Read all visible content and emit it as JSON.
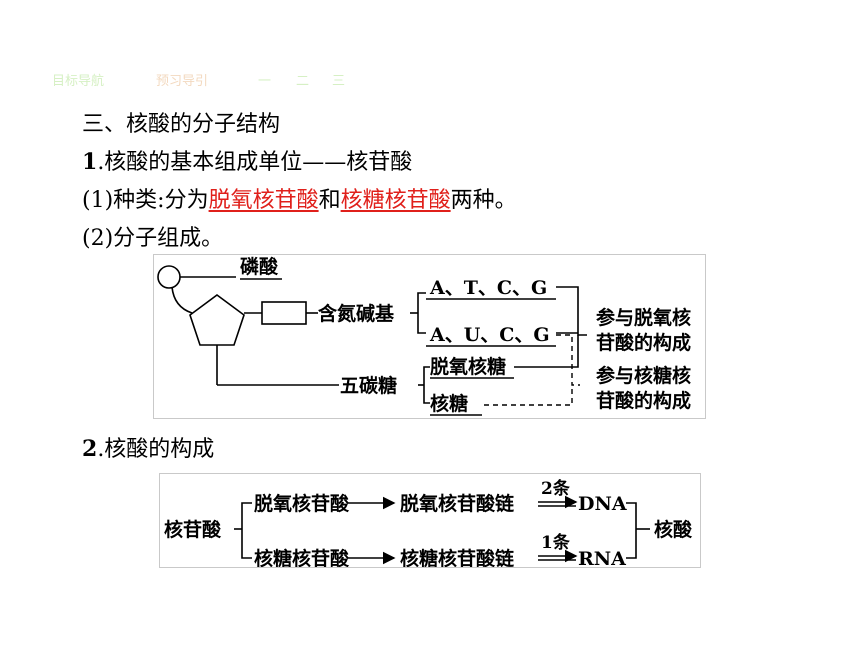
{
  "nav": {
    "items": [
      "目标导航",
      "预习导引",
      "一",
      "二",
      "三"
    ],
    "color": "#d6f0c4"
  },
  "heading": "三、核酸的分子结构",
  "item1": {
    "num": "1",
    "text": ".核酸的基本组成单位——核苷酸"
  },
  "item2": {
    "prefix": "(1)种类:分为",
    "term1": "脱氧核苷酸",
    "mid": "和",
    "term2": "核糖核苷酸",
    "suffix": "两种。"
  },
  "item3": "(2)分子组成。",
  "diagram1": {
    "phosphate": "磷酸",
    "base": "含氮碱基",
    "dna_bases": "A、T、C、G",
    "rna_bases": "A、U、C、G",
    "dna_note": [
      "参与脱氧核",
      "苷酸的构成"
    ],
    "sugar": "五碳糖",
    "deoxyribose": "脱氧核糖",
    "ribose": "核糖",
    "rna_note": [
      "参与核糖核",
      "苷酸的构成"
    ]
  },
  "item4": {
    "num": "2",
    "text": ".核酸的构成"
  },
  "diagram2": {
    "root": "核苷酸",
    "dna_row": [
      "脱氧核苷酸",
      "脱氧核苷酸链",
      "2条",
      "DNA"
    ],
    "rna_row": [
      "核糖核苷酸",
      "核糖核苷酸链",
      "1条",
      "RNA"
    ],
    "result": "核酸"
  }
}
